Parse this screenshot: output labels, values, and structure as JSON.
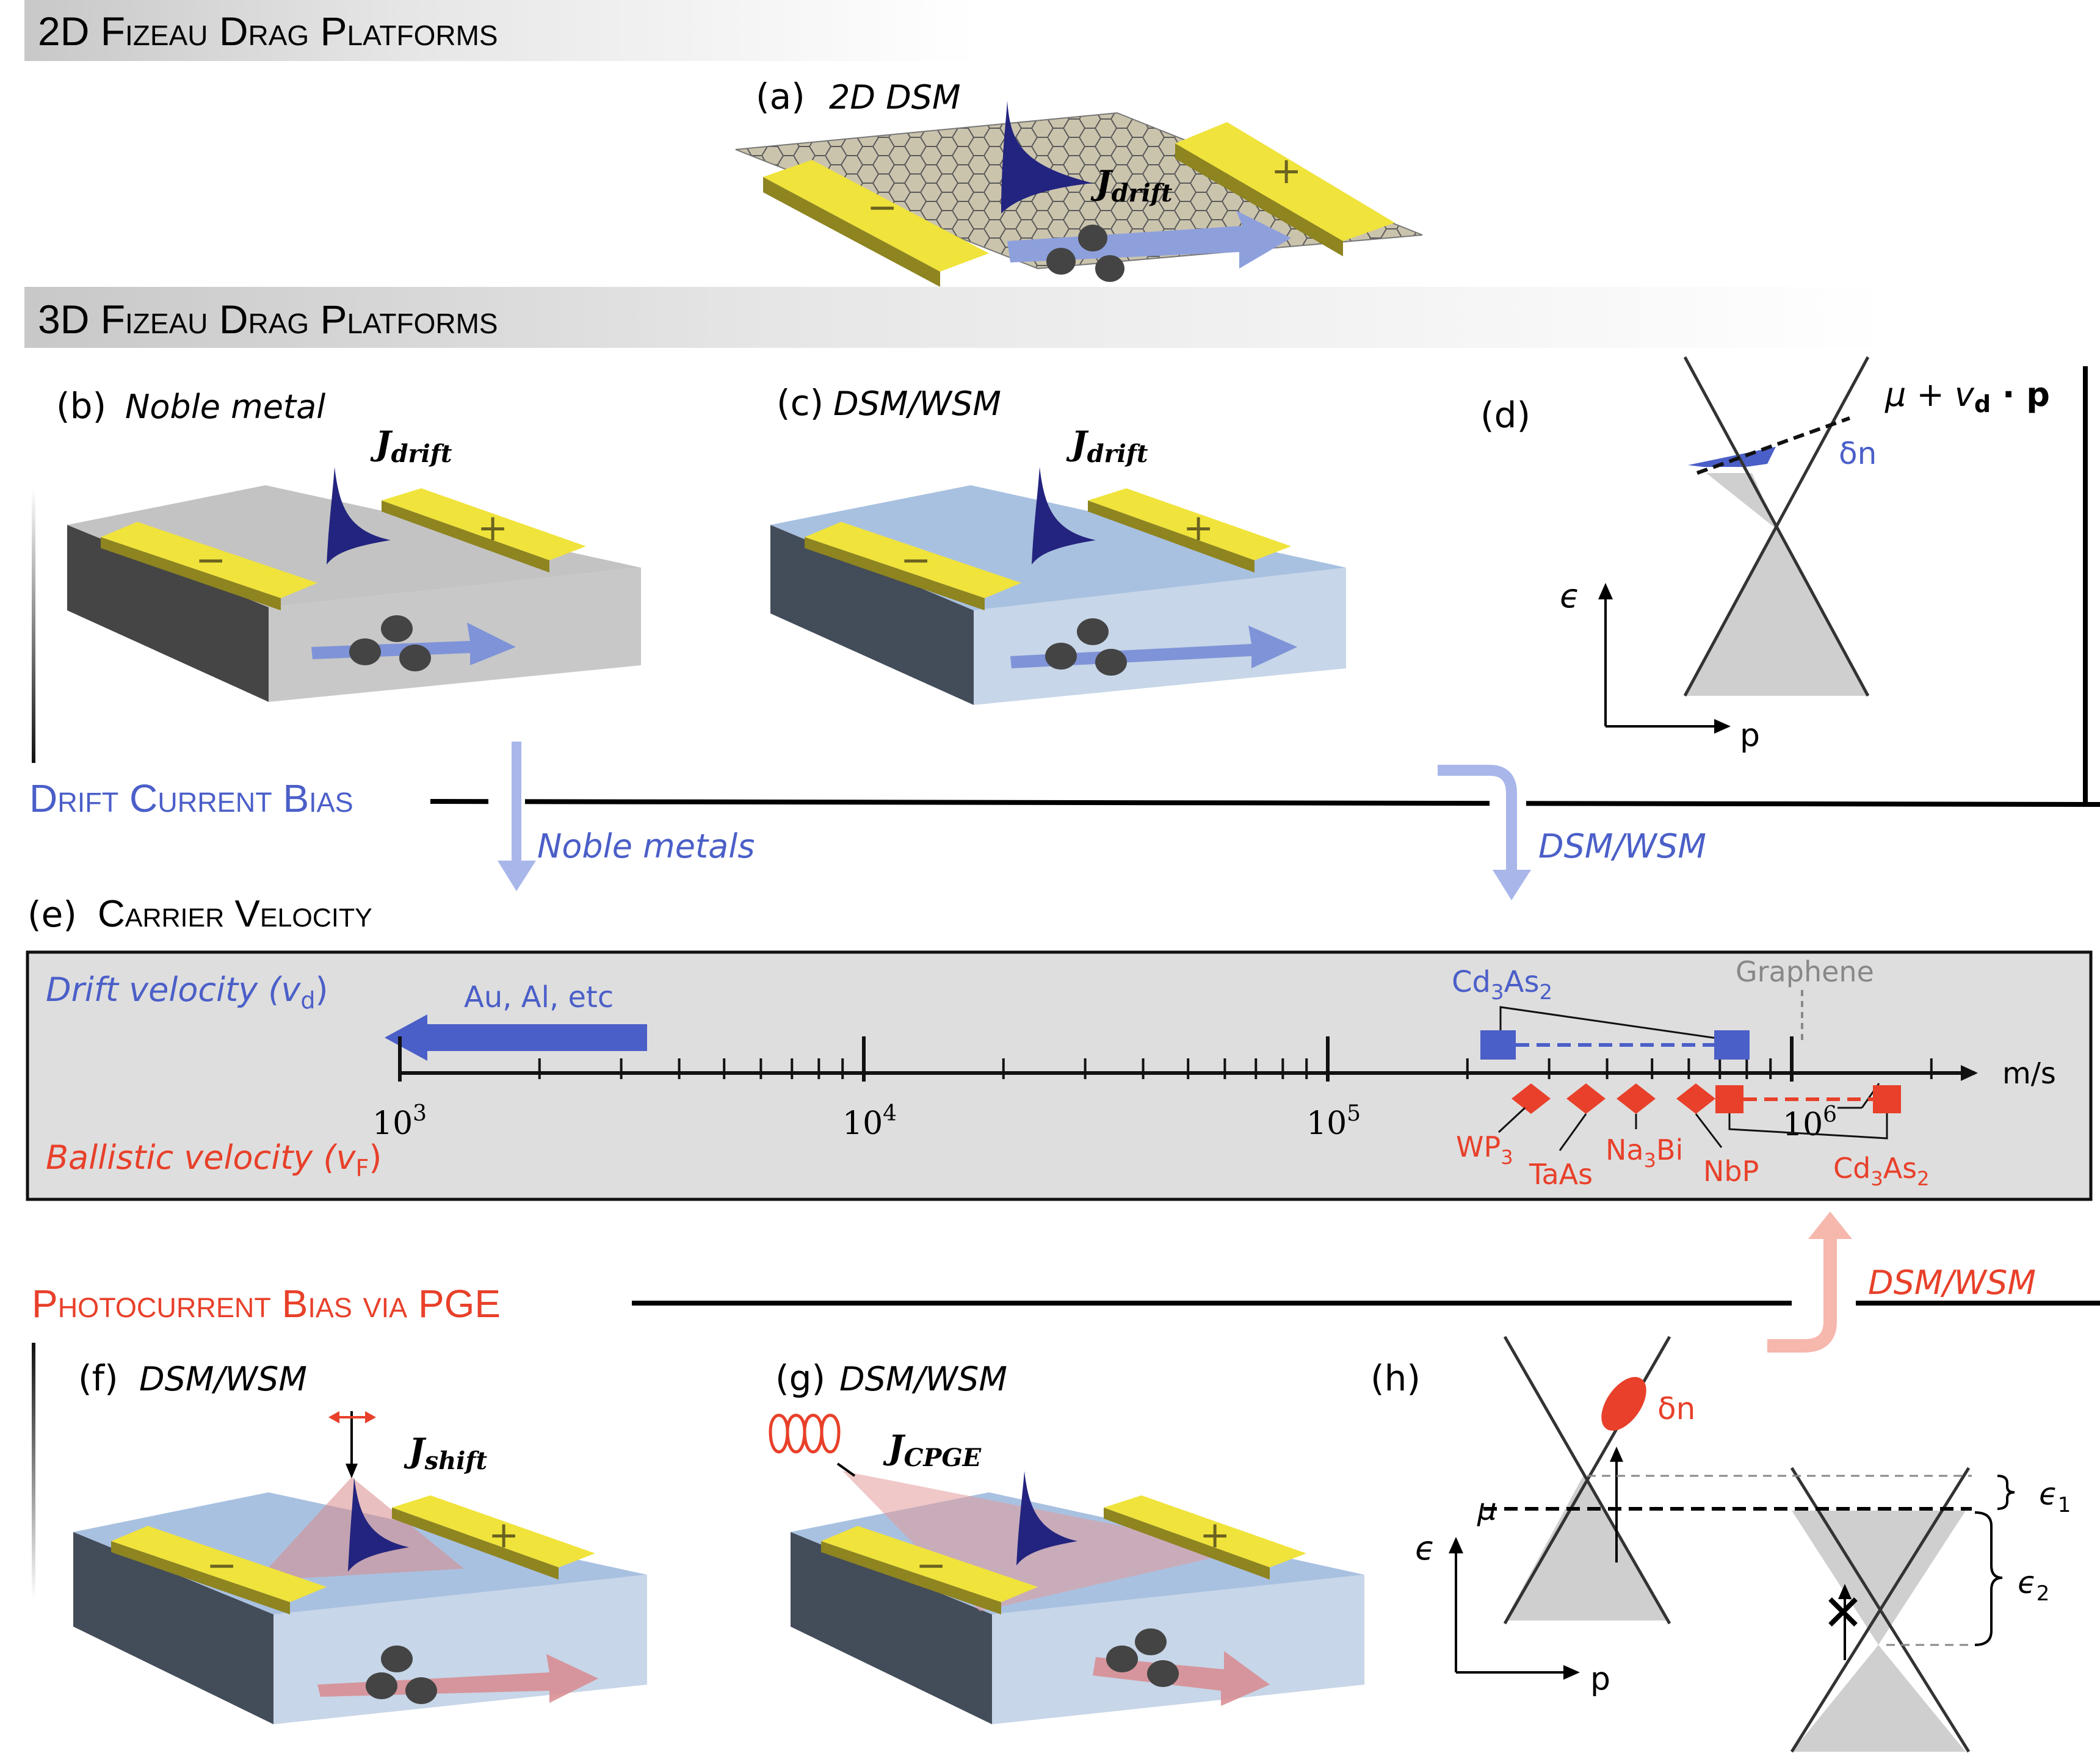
{
  "sections": {
    "s2d": "2D Fizeau Drag Platforms",
    "s3d": "3D Fizeau Drag Platforms",
    "drift": "Drift Current Bias",
    "photo": "Photocurrent Bias via PGE",
    "carrier": "Carrier Velocity"
  },
  "panels": {
    "a": {
      "letter": "(a)",
      "label": "2D DSM",
      "current": "J",
      "sub": "drift"
    },
    "b": {
      "letter": "(b)",
      "label": "Noble metal",
      "current": "J",
      "sub": "drift"
    },
    "c": {
      "letter": "(c)",
      "label": "DSM/WSM",
      "current": "J",
      "sub": "drift"
    },
    "d": {
      "letter": "(d)",
      "mu_label": "μ + v",
      "mu_sub": "d",
      "mu_tail": " · p",
      "dn": "δn",
      "eps": "ϵ",
      "p": "p"
    },
    "e": {
      "letter": "(e)"
    },
    "f": {
      "letter": "(f)",
      "label": "DSM/WSM",
      "current": "J",
      "sub": "shift"
    },
    "g": {
      "letter": "(g)",
      "label": "DSM/WSM",
      "current": "J",
      "sub": "CPGE"
    },
    "h": {
      "letter": "(h)",
      "mu": "μ",
      "dn": "δn",
      "eps": "ϵ",
      "p": "p",
      "e1": "ϵ",
      "e1sub": "1",
      "e2": "ϵ",
      "e2sub": "2"
    }
  },
  "electrodes": {
    "minus": "−",
    "plus": "+"
  },
  "flow": {
    "noble": "Noble metals",
    "dsm_drift": "DSM/WSM",
    "dsm_photo": "DSM/WSM"
  },
  "scale": {
    "drift_label": "Drift velocity (v",
    "drift_sub": "d",
    "ballistic_label": "Ballistic velocity (v",
    "ballistic_sub": "F",
    "unit": "m/s",
    "ticks": [
      {
        "base": "10",
        "exp": "3"
      },
      {
        "base": "10",
        "exp": "4"
      },
      {
        "base": "10",
        "exp": "5"
      },
      {
        "base": "10",
        "exp": "6"
      }
    ],
    "metals": "Au, Al, etc",
    "graphene": "Graphene",
    "cd3as2_drift": {
      "a": "Cd",
      "b": "3",
      "c": "As",
      "d": "2"
    },
    "materials": [
      {
        "a": "WP",
        "b": "3",
        "c": "",
        "d": ""
      },
      {
        "a": "TaAs",
        "b": "",
        "c": "",
        "d": ""
      },
      {
        "a": "Na",
        "b": "3",
        "c": "Bi",
        "d": ""
      },
      {
        "a": "NbP",
        "b": "",
        "c": "",
        "d": ""
      },
      {
        "a": "Cd",
        "b": "3",
        "c": "As",
        "d": "2"
      }
    ]
  },
  "colors": {
    "blue": "#4b5fc8",
    "red": "#e8402a",
    "gold": "#eedf3f",
    "dark_blue_peak": "#22237e"
  }
}
